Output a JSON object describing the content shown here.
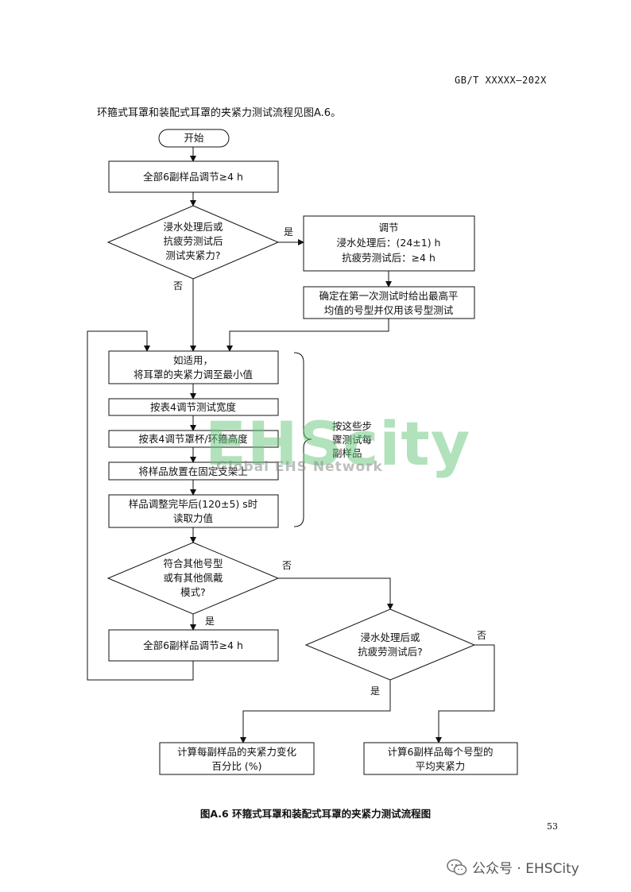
{
  "header": {
    "standard_number": "GB/T XXXXX—202X"
  },
  "intro_text": "环箍式耳罩和装配式耳罩的夹紧力测试流程见图A.6。",
  "flowchart": {
    "start": "开始",
    "n1": "全部6副样品调节≥4 h",
    "d1": [
      "浸水处理后或",
      "抗疲劳测试后",
      "测试夹紧力?"
    ],
    "cond": [
      "调节",
      "浸水处理后：(24±1) h",
      "抗疲劳测试后：≥4 h"
    ],
    "pick": [
      "确定在第一次测试时给出最高平",
      "均值的号型并仅用该号型测试"
    ],
    "s1": [
      "如适用，",
      "将耳罩的夹紧力调至最小值"
    ],
    "s2": "按表4调节测试宽度",
    "s3": "按表4调节罩杯/环箍高度",
    "s4": "将样品放置在固定支架上",
    "s5": [
      "样品调整完毕后(120±5) s时",
      "读取力值"
    ],
    "brace_note": [
      "按这些步",
      "骤测试每",
      "副样品"
    ],
    "d2": [
      "符合其他号型",
      "或有其他佩戴",
      "模式?"
    ],
    "n2": "全部6副样品调节≥4 h",
    "d3": [
      "浸水处理后或",
      "抗疲劳测试后?"
    ],
    "r1": [
      "计算每副样品的夹紧力变化",
      "百分比 (%)"
    ],
    "r2": [
      "计算6副样品每个号型的",
      "平均夹紧力"
    ],
    "labels": {
      "d1_yes": "是",
      "d1_no": "否",
      "d2_no": "否",
      "d2_yes": "是",
      "d3_no": "否",
      "d3_yes": "是"
    }
  },
  "caption": "图A.6 环箍式耳罩和装配式耳罩的夹紧力测试流程图",
  "page_number": "53",
  "watermark": {
    "title": "EHScity",
    "subtitle": "Global EHS Network"
  },
  "footer": {
    "wechat": "公众号 · EHSCity"
  },
  "colors": {
    "watermark_green": "#66c77a"
  }
}
